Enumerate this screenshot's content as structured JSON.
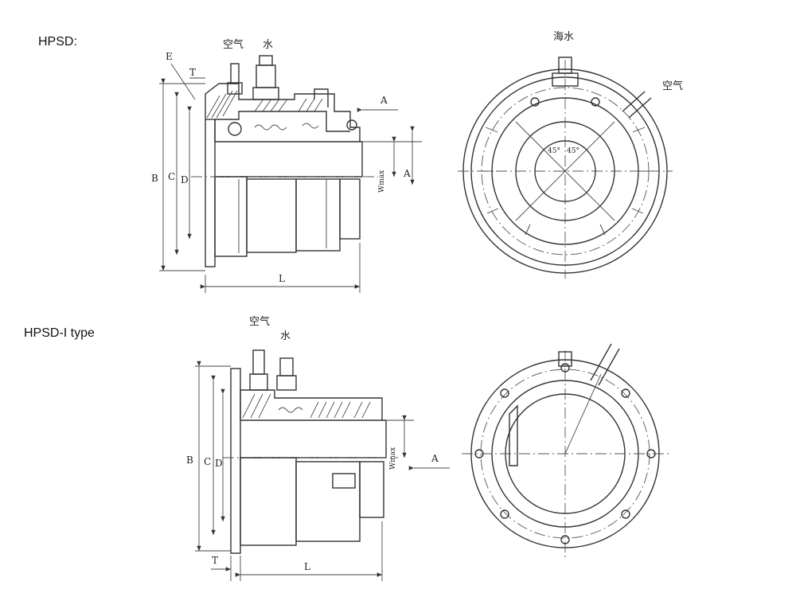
{
  "headings": {
    "top": "HPSD:",
    "bottom": "HPSD-I type"
  },
  "top_left": {
    "air": "空气",
    "water": "水",
    "E": "E",
    "T": "T",
    "B": "B",
    "C": "C",
    "D": "D",
    "A_arrow": "A",
    "wmax": "Wmax",
    "A_dim": "A",
    "L": "L"
  },
  "top_right": {
    "seawater": "海水",
    "air": "空气",
    "angle1": "45°",
    "angle2": "45°"
  },
  "bottom_left": {
    "air": "空气",
    "water": "水",
    "B": "B",
    "C": "C",
    "D": "D",
    "wmax": "Wmax",
    "A_arrow": "A",
    "T": "T",
    "L": "L"
  }
}
